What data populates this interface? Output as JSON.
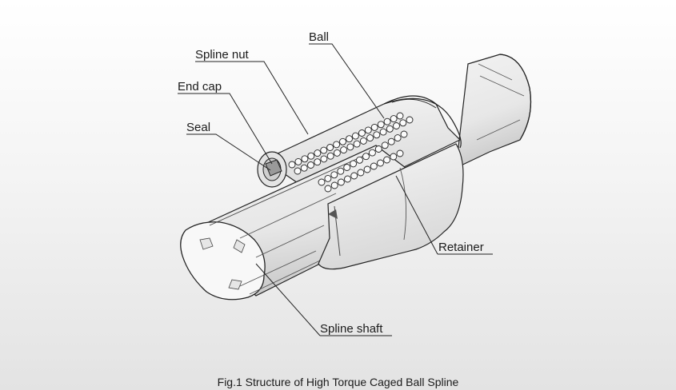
{
  "diagram": {
    "labels": {
      "ball": "Ball",
      "spline_nut": "Spline nut",
      "end_cap": "End cap",
      "seal": "Seal",
      "retainer": "Retainer",
      "spline_shaft": "Spline shaft"
    }
  },
  "caption": "Fig.1 Structure of High Torque Caged Ball Spline"
}
